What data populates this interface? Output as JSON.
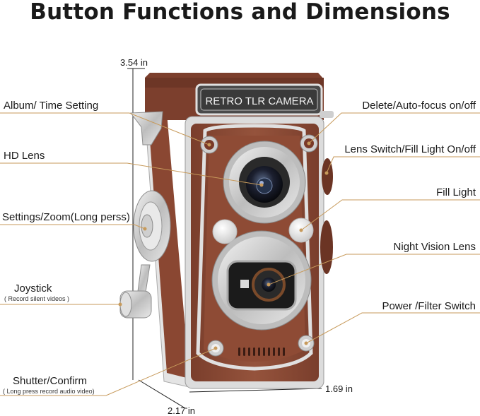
{
  "title": "Button Functions and Dimensions",
  "labels_left": {
    "album": "Album/ Time Setting",
    "hd_lens": "HD Lens",
    "settings": "Settings/Zoom(Long perss)",
    "joystick": "Joystick",
    "joystick_sub": "( Record silent videos )",
    "shutter": "Shutter/Confirm",
    "shutter_sub": "( Long press record audio  video)"
  },
  "labels_right": {
    "delete": "Delete/Auto-focus on/off",
    "lens_switch": "Lens Switch/Fill Light On/off",
    "fill_light": "Fill Light",
    "night_vision": "Night Vision Lens",
    "power": "Power /Filter Switch"
  },
  "dimensions": {
    "height": "3.54 in",
    "depth": "1.69 in",
    "width": "2.17 in"
  },
  "camera_badge": "RETRO TLR CAMERA",
  "colors": {
    "leather": "#8b4a35",
    "silver": "#d9d9d9",
    "leader_line": "#c79a5b",
    "dim_line": "#222222"
  }
}
